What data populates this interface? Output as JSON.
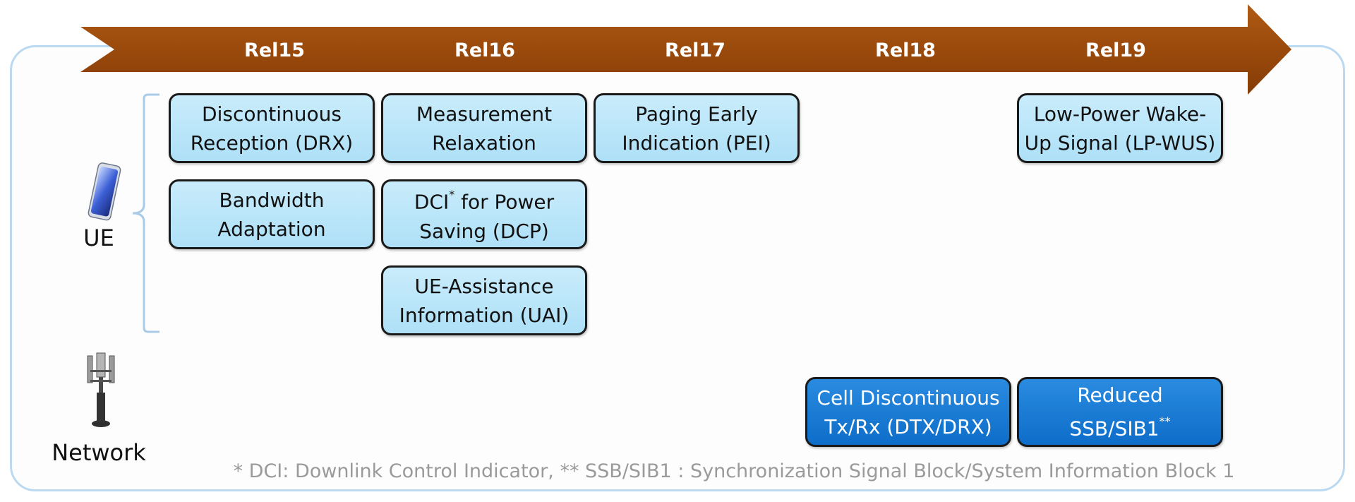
{
  "colors": {
    "arrow": "#9a4a0c",
    "ue_box": "#b4e2f8",
    "network_box": "#1577d4",
    "frame": "#bcd9f2",
    "footnote": "#9a9a9a"
  },
  "timeline": {
    "releases": [
      "Rel15",
      "Rel16",
      "Rel17",
      "Rel18",
      "Rel19"
    ]
  },
  "rows": {
    "ue_label": "UE",
    "network_label": "Network"
  },
  "features": {
    "drx": {
      "line1": "Discontinuous",
      "line2": "Reception (DRX)"
    },
    "bwa": {
      "line1": "Bandwidth",
      "line2": "Adaptation"
    },
    "mr": {
      "line1": "Measurement",
      "line2": "Relaxation"
    },
    "dcp": {
      "line1a": "DCI",
      "mark": "*",
      "line1b": " for Power",
      "line2": "Saving (DCP)"
    },
    "uai": {
      "line1": "UE-Assistance",
      "line2": "Information (UAI)"
    },
    "pei": {
      "line1": "Paging Early",
      "line2": "Indication (PEI)"
    },
    "lpwus": {
      "line1": "Low-Power Wake-",
      "line2": "Up Signal (LP-WUS)"
    },
    "cell_dtx": {
      "line1": "Cell Discontinuous",
      "line2": "Tx/Rx (DTX/DRX)"
    },
    "ssb": {
      "line1": "Reduced",
      "line2a": "SSB/SIB1",
      "mark": "**"
    }
  },
  "footnote": "* DCI: Downlink Control Indicator,  ** SSB/SIB1 : Synchronization Signal Block/System Information Block 1",
  "icons": {
    "ue": "smartphone-icon",
    "network": "cell-tower-icon"
  }
}
